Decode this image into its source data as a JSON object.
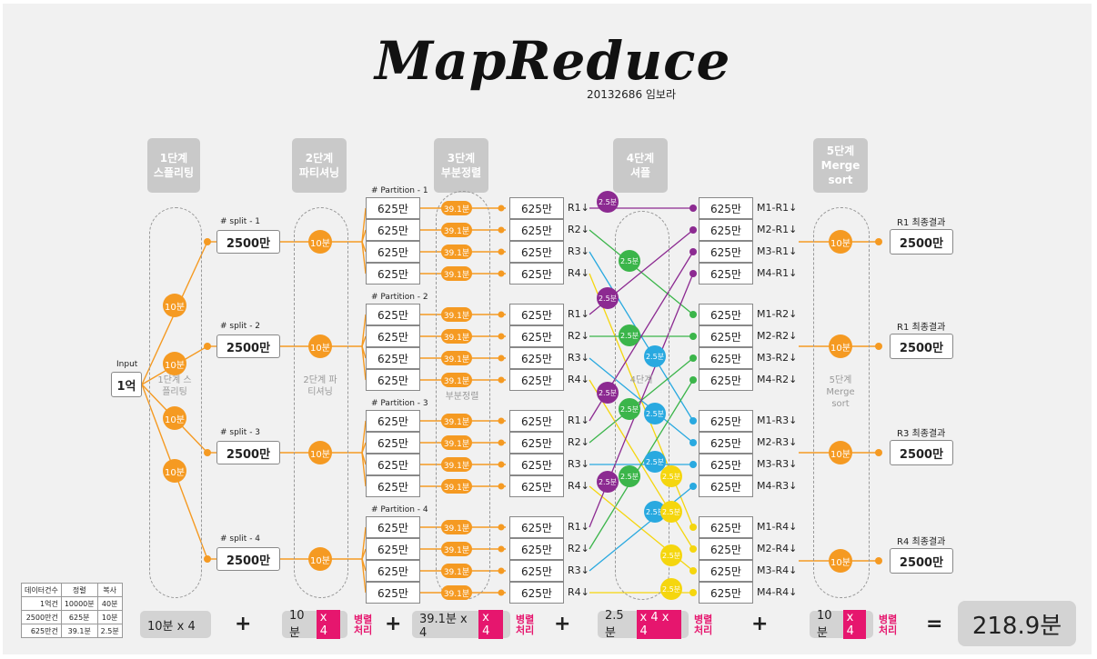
{
  "title": "MapReduce",
  "author": "20132686 임보라",
  "stages": [
    {
      "line1": "1단계",
      "line2": "스플리팅"
    },
    {
      "line1": "2단계",
      "line2": "파티셔닝"
    },
    {
      "line1": "3단계",
      "line2": "부분정렬"
    },
    {
      "line1": "4단계",
      "line2": "셔플"
    },
    {
      "line1": "5단계",
      "line2": "Merge sort"
    }
  ],
  "ghost_labels": {
    "split": "1단계 스플리팅",
    "partition": "2단계 파티셔닝",
    "sort": "부분정렬",
    "shuffle": "4단계",
    "merge": "5단계 Merge sort"
  },
  "input": {
    "label": "Input",
    "value": "1억"
  },
  "splits": [
    {
      "label": "# split - 1",
      "value": "2500만"
    },
    {
      "label": "# split - 2",
      "value": "2500만"
    },
    {
      "label": "# split - 3",
      "value": "2500만"
    },
    {
      "label": "# split - 4",
      "value": "2500만"
    }
  ],
  "split_time": "10분",
  "partition_time": "10분",
  "sort_time": "39.1분",
  "shuffle_time": "2.5분",
  "merge_time": "10분",
  "partitions": [
    {
      "label": "# Partition - 1"
    },
    {
      "label": "# Partition - 2"
    },
    {
      "label": "# Partition - 3"
    },
    {
      "label": "# Partition - 4"
    }
  ],
  "chunk_value": "625만",
  "r_labels": [
    "R1↓",
    "R2↓",
    "R3↓",
    "R4↓"
  ],
  "m_labels": [
    "M1-R1↓",
    "M2-R1↓",
    "M3-R1↓",
    "M4-R1↓",
    "M1-R2↓",
    "M2-R2↓",
    "M3-R2↓",
    "M4-R2↓",
    "M1-R3↓",
    "M2-R3↓",
    "M3-R3↓",
    "M4-R3↓",
    "M1-R4↓",
    "M2-R4↓",
    "M3-R4↓",
    "M4-R4↓"
  ],
  "results": [
    {
      "label": "R1 최종결과",
      "value": "2500만"
    },
    {
      "label": "R1 최종결과",
      "value": "2500만"
    },
    {
      "label": "R3 최종결과",
      "value": "2500만"
    },
    {
      "label": "R4 최종결과",
      "value": "2500만"
    }
  ],
  "ref_table": {
    "headers": [
      "데이터건수",
      "정렬",
      "복사"
    ],
    "rows": [
      [
        "1억건",
        "10000분",
        "40분"
      ],
      [
        "2500만건",
        "625분",
        "10분"
      ],
      [
        "625만건",
        "39.1분",
        "2.5분"
      ]
    ]
  },
  "formula": {
    "t1": "10분  x 4",
    "t2": "10분",
    "t2_mag": "x 4",
    "t3": "39.1분 x 4",
    "t3_mag": "x 4",
    "t4": "2.5분",
    "t4_mag": "x 4 x 4",
    "t5": "10분",
    "t5_mag": "x 4",
    "parallel_1": "병렬",
    "parallel_2": "처리",
    "plus": "+",
    "equals": "=",
    "total": "218.9분"
  },
  "colors": {
    "orange": "#f59a22",
    "purple": "#8c2a91",
    "green": "#3bb54a",
    "blue": "#29a9e0",
    "yellow": "#f5d60e",
    "magenta": "#e6166e"
  }
}
